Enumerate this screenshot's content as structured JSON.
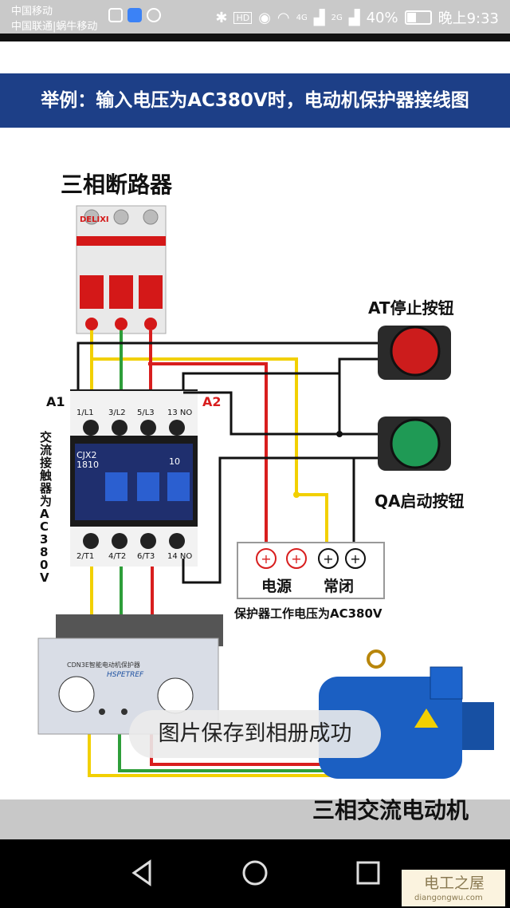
{
  "statusbar": {
    "carrier1": "中国移动",
    "carrier2": "中国联通|蜗牛移动",
    "network_hd": "HD",
    "net_4g": "4G",
    "net_2g": "2G",
    "battery": "40%",
    "time": "晚上9:33",
    "icons": [
      "shield-icon",
      "app-icon",
      "bluetooth-icon",
      "eye-icon",
      "wifi-icon",
      "signal-icon",
      "battery-icon"
    ]
  },
  "diagram": {
    "banner": "举例：输入电压为AC380V时，电动机保护器接线图",
    "breaker_title": "三相断路器",
    "breaker_brand": "DELIXI",
    "stop_button_label": "AT停止按钮",
    "start_button_label": "QA启动按钮",
    "a1": "A1",
    "a2": "A2",
    "contactor_side_label": "交流接触器为AC380V",
    "contactor_model": "CJX2",
    "contactor_code": "1810",
    "contactor_num": "10",
    "top_terminals": [
      "1/L1",
      "3/L2",
      "5/L3",
      "13 NO"
    ],
    "bottom_terminals": [
      "2/T1",
      "4/T2",
      "6/T3",
      "14 NO"
    ],
    "power_label": "电源",
    "nc_label": "常闭",
    "protector_voltage": "保护器工作电压为AC380V",
    "protector_model": "CDN3E智能电动机保护器",
    "protector_brand": "HSPETREF",
    "motor_label": "三相交流电动机",
    "wire_colors": {
      "yellow": "#f2d000",
      "green": "#2e9e3a",
      "red": "#d81e1e",
      "black": "#111111"
    }
  },
  "toast": "图片保存到相册成功",
  "navbar": {
    "back": "back-icon",
    "home": "home-icon",
    "recents": "recents-icon"
  },
  "watermark": {
    "title": "电工之屋",
    "url": "diangongwu.com"
  }
}
